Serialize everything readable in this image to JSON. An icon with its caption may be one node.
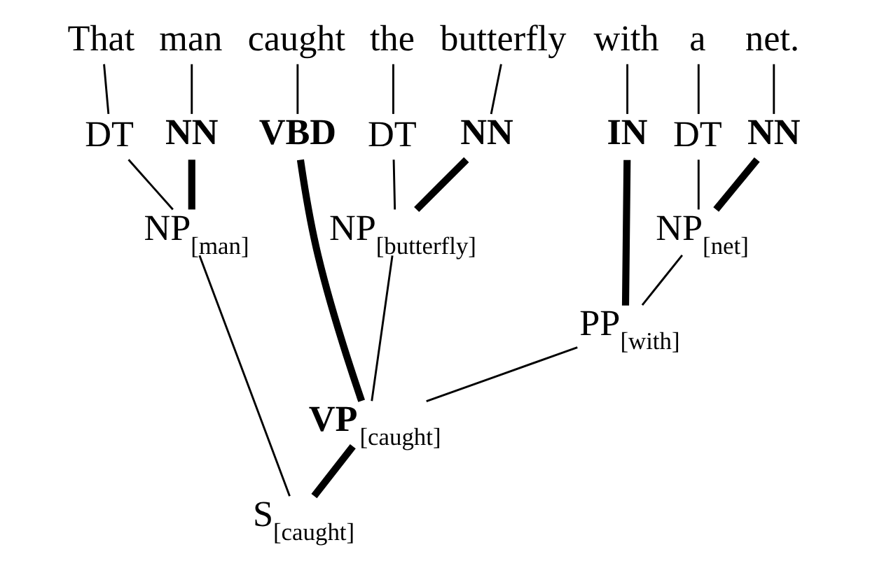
{
  "diagram": {
    "nodes": [
      {
        "text": [
          "That"
        ]
      },
      {
        "text": [
          "man"
        ]
      },
      {
        "text": [
          "caught"
        ]
      },
      {
        "text": [
          "the"
        ]
      },
      {
        "text": [
          "butterfly"
        ]
      },
      {
        "text": [
          "with"
        ]
      },
      {
        "text": [
          "a"
        ]
      },
      {
        "text": [
          "net."
        ]
      },
      {
        "text": [
          "DT"
        ]
      },
      {
        "text": [
          "NN"
        ]
      },
      {
        "text": [
          "VBD"
        ]
      },
      {
        "text": [
          "DT"
        ]
      },
      {
        "text": [
          "NN"
        ]
      },
      {
        "text": [
          "IN"
        ]
      },
      {
        "text": [
          "DT"
        ]
      },
      {
        "text": [
          "NN"
        ]
      },
      {
        "text": [
          "NP$_{[man]}$"
        ]
      },
      {
        "text": [
          "NP$_{[butterfly]}$"
        ]
      },
      {
        "text": [
          "NP$_{[net]}$"
        ]
      },
      {
        "text": [
          "PP$_{[with]}$"
        ]
      },
      {
        "text": [
          "**VP**$_{[caught]}$"
        ]
      },
      {
        "text": [
          "S$_{[caught]}$"
        ]
      }
    ],
    "edges": [
      {
        "from": 8,
        "to": 0,
        "arrow": "none"
      },
      {
        "from": 9,
        "to": 1,
        "arrow": "none"
      },
      {
        "from": 10,
        "to": 2,
        "arrow": "none"
      },
      {
        "from": 11,
        "to": 3,
        "arrow": "none"
      },
      {
        "from": 12,
        "to": 4,
        "arrow": "none"
      },
      {
        "from": 13,
        "to": 5,
        "arrow": "none"
      },
      {
        "from": 14,
        "to": 6,
        "arrow": "none"
      },
      {
        "from": 15,
        "to": 7,
        "arrow": "none"
      },
      {
        "from": 16,
        "to": 8,
        "arrow": "none"
      },
      {
        "from": 16,
        "to": 9,
        "arrow": "none",
        "style": "thick"
      },
      {
        "from": 17,
        "to": 11,
        "arrow": "none"
      },
      {
        "from": 17,
        "to": 12,
        "arrow": "none",
        "style": "thick"
      },
      {
        "from": 18,
        "to": 14,
        "arrow": "none"
      },
      {
        "from": 18,
        "to": 15,
        "arrow": "none",
        "style": "thick"
      },
      {
        "from": 19,
        "to": 13,
        "arrow": "none",
        "style": "thick"
      },
      {
        "from": 19,
        "to": 18,
        "arrow": "none"
      },
      {
        "from": 20,
        "to": 10,
        "arrow": "none",
        "style": "thick"
      },
      {
        "from": 20,
        "to": 17,
        "arrow": "none"
      },
      {
        "from": 20,
        "to": 19,
        "arrow": "none"
      },
      {
        "from": 21,
        "to": 16,
        "arrow": "none"
      },
      {
        "from": 21,
        "to": 20,
        "arrow": "none",
        "style": "thick"
      }
    ]
  }
}
